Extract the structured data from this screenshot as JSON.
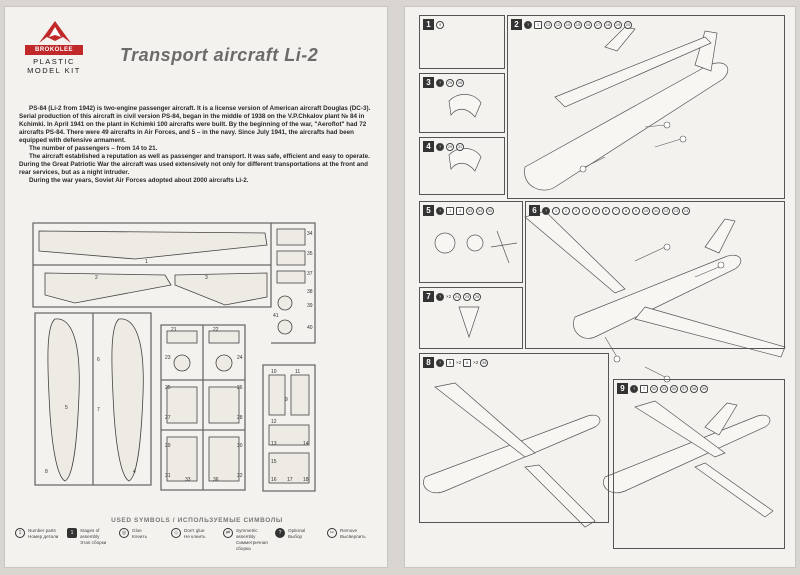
{
  "left_page": {
    "logo": {
      "ribbon_text": "BROKOLEE",
      "brand_line1": "PLASTIC",
      "brand_line2": "MODEL KIT"
    },
    "title": "Transport aircraft  Li-2",
    "paragraphs": [
      "PS-84 (Li-2 from 1942) is two-engine passenger aircraft. It is a license version of American aircraft Douglas (DC-3). Serial production of this aircraft in civil version PS-84, began in the middle of 1938 on the V.P.Chkalov plant № 84 in Kchimki. In April 1941 on the plant in Kchimki 100 aircrafts were built. By the beginning of the war, \"Aeroflot\" had 72 aircrafts PS-84. There were 49 aircrafts in Air Forces, and 5 – in the navy. Since July 1941, the aircrafts had been equipped with defensive armament.",
      "The number of passengers – from 14 to 21.",
      "The aircraft established a reputation as well as passenger and transport. It was safe, efficient and easy to operate. During the Great Patriotic War the aircraft was used extensively not only for different transportations at the front and rear services, but as a night intruder.",
      "During the war years, Soviet Air Forces adopted about 2000 aircrafts Li-2."
    ],
    "symbols_title": "USED SYMBOLS / ИСПОЛЬЗУЕМЫЕ СИМВОЛЫ",
    "symbols": [
      {
        "icon": "1",
        "en": "Number parts",
        "ru": "Номер детали"
      },
      {
        "icon": "1",
        "en": "Stages of assembly",
        "ru": "Этап сборки"
      },
      {
        "icon": "◎",
        "en": "Glue",
        "ru": "Клеить"
      },
      {
        "icon": "◇",
        "en": "Don't glue",
        "ru": "Не клеить"
      },
      {
        "icon": "⇄",
        "en": "Symmetric assembly",
        "ru": "Симметричная сборка"
      },
      {
        "icon": "?",
        "en": "Optional",
        "ru": "Выбор"
      },
      {
        "icon": "✂",
        "en": "Remove",
        "ru": "Высверлить"
      }
    ],
    "sprue_numbers": [
      "1",
      "2",
      "3",
      "4",
      "5",
      "6",
      "7",
      "8",
      "34",
      "35",
      "37",
      "38",
      "39",
      "40",
      "41",
      "21",
      "22",
      "23",
      "24",
      "25",
      "26",
      "27",
      "28",
      "29",
      "30",
      "31",
      "32",
      "33",
      "36",
      "10",
      "11",
      "9",
      "12",
      "13",
      "14",
      "15",
      "16",
      "17",
      "18"
    ]
  },
  "right_page": {
    "steps": [
      {
        "num": "1",
        "chips": [
          "9"
        ]
      },
      {
        "num": "2",
        "chips": [
          "?",
          "1",
          "13",
          "12",
          "10",
          "15",
          "16",
          "17",
          "18",
          "19",
          "20"
        ]
      },
      {
        "num": "3",
        "chips": [
          "?",
          "29",
          "28"
        ]
      },
      {
        "num": "4",
        "chips": [
          "?",
          "29",
          "31"
        ]
      },
      {
        "num": "5",
        "chips": [
          "?",
          "1",
          "4",
          "33",
          "34",
          "35"
        ]
      },
      {
        "num": "6",
        "chips": [
          "?",
          "1",
          "2",
          "3",
          "4",
          "5",
          "6",
          "7",
          "8",
          "9",
          "10",
          "11",
          "12",
          "13",
          "14"
        ]
      },
      {
        "num": "7",
        "chips": [
          "?",
          "×2",
          "24",
          "25",
          "26"
        ]
      },
      {
        "num": "8",
        "chips": [
          "?",
          "5",
          "×2",
          "6",
          "×2",
          "36"
        ]
      },
      {
        "num": "9",
        "chips": [
          "?",
          "7",
          "32",
          "33",
          "30",
          "37",
          "38",
          "39"
        ]
      }
    ]
  }
}
